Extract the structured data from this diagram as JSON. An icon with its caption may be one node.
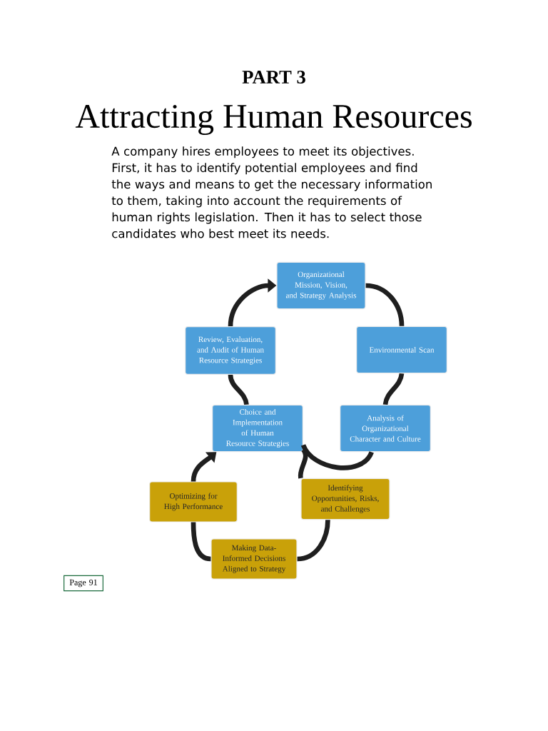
{
  "diagram": {
    "title": "Attracting Human Resources",
    "nodes": [
      {
        "text": [
          "Organizational Mission, Vision, and Strategy Analysis"
        ]
      },
      {
        "text": [
          "Review, Evaluation, and Audit of Human Resource Strategies"
        ]
      },
      {
        "text": [
          "Environmental Scan"
        ]
      },
      {
        "text": [
          "Choice and Implementation of Human Resource Strategies"
        ]
      },
      {
        "text": [
          "Analysis of Organizational Character and Culture"
        ]
      },
      {
        "text": [
          "Optimizing for High Performance"
        ]
      },
      {
        "text": [
          "Identifying Opportunities, Risks, and Challenges"
        ]
      },
      {
        "text": [
          "Making Data-Informed Decisions Aligned to Strategy"
        ]
      },
      {
        "text": [
          "Page 91"
        ]
      }
    ],
    "edges": [
      {
        "from": 0,
        "to": 2,
        "arrow": "none"
      },
      {
        "from": 2,
        "to": 4,
        "arrow": "none"
      },
      {
        "from": 4,
        "to": 3,
        "arrow": "none"
      },
      {
        "from": 3,
        "to": 1,
        "arrow": "none"
      },
      {
        "from": 1,
        "to": 0,
        "arrow": "to"
      },
      {
        "from": 3,
        "to": 6,
        "arrow": "none"
      },
      {
        "from": 6,
        "to": 7,
        "arrow": "none"
      },
      {
        "from": 7,
        "to": 5,
        "arrow": "none"
      },
      {
        "from": 5,
        "to": 3,
        "arrow": "to"
      }
    ],
    "labels": [
      "PART 3",
      "A company hires employees to meet its objectives. First, it has to identify potential employees and find the ways and means to get the necessary information to them, taking into account the requirements of human rights legislation. Then it has to select those candidates who best meet its needs."
    ]
  }
}
